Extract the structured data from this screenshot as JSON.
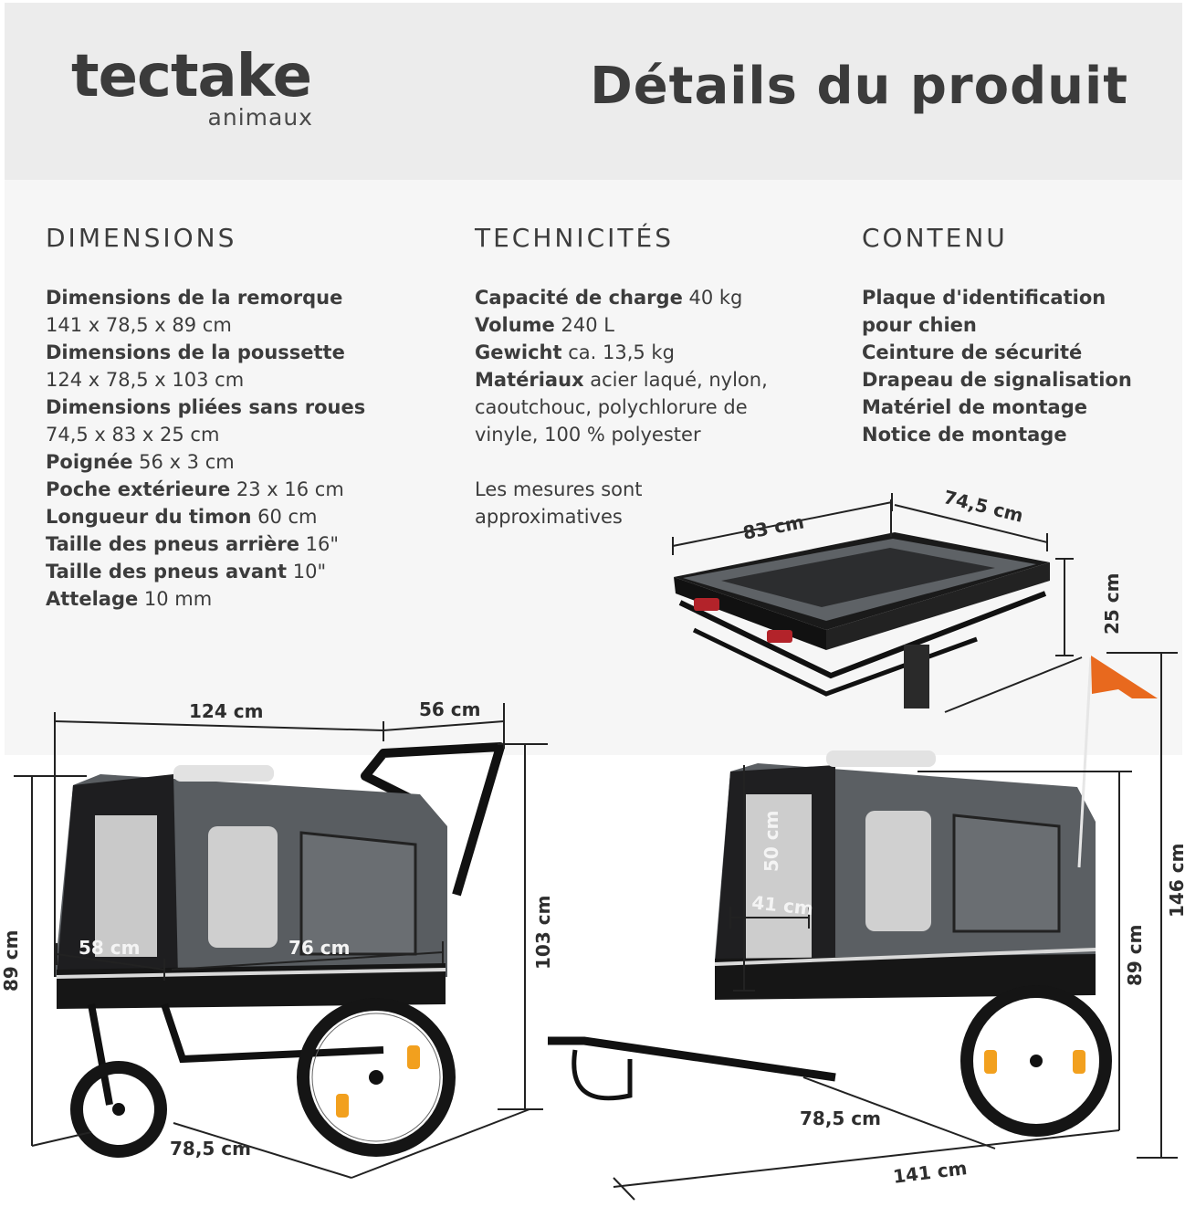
{
  "brand": {
    "name": "tectake",
    "sub": "animaux"
  },
  "title": "Détails du produit",
  "dimensions": {
    "heading": "DIMENSIONS",
    "items": [
      {
        "label": "Dimensions de la remorque",
        "value": ""
      },
      {
        "label": "",
        "value": "141 x 78,5 x 89 cm"
      },
      {
        "label": "Dimensions de la poussette",
        "value": ""
      },
      {
        "label": "",
        "value": "124 x 78,5 x 103 cm"
      },
      {
        "label": "Dimensions pliées sans roues",
        "value": ""
      },
      {
        "label": "",
        "value": "74,5 x 83 x 25 cm"
      },
      {
        "label": "Poignée",
        "value": "56 x 3 cm"
      },
      {
        "label": "Poche extérieure",
        "value": "23 x 16 cm"
      },
      {
        "label": "Longueur du timon",
        "value": "60 cm"
      },
      {
        "label": "Taille des pneus arrière",
        "value": "16\""
      },
      {
        "label": "Taille des pneus avant",
        "value": "10\""
      },
      {
        "label": "Attelage",
        "value": "10 mm"
      }
    ]
  },
  "technical": {
    "heading": "TECHNICITÉS",
    "items": [
      {
        "label": "Capacité de charge",
        "value": "40 kg"
      },
      {
        "label": "Volume",
        "value": "240 L"
      },
      {
        "label": "Gewicht",
        "value": "ca. 13,5 kg"
      },
      {
        "label": "Matériaux",
        "value": "acier laqué, nylon,"
      },
      {
        "label": "",
        "value": "caoutchouc, polychlorure de"
      },
      {
        "label": "",
        "value": "vinyle, 100 % polyester"
      }
    ],
    "note_1": "Les mesures sont",
    "note_2": "approximatives"
  },
  "contents": {
    "heading": "CONTENU",
    "items": [
      "Plaque d'identification",
      "pour chien",
      "Ceinture de sécurité",
      "Drapeau de signalisation",
      "Matériel de montage",
      "Notice de montage"
    ]
  },
  "measure_labels": {
    "folded_width": "83 cm",
    "folded_depth": "74,5 cm",
    "folded_height": "25 cm",
    "stroller_length": "124 cm",
    "handle": "56 cm",
    "stroller_height_left": "89 cm",
    "stroller_height_total": "103 cm",
    "side_width": "58 cm",
    "side_length": "76 cm",
    "stroller_depth": "78,5 cm",
    "door_height": "50 cm",
    "door_width": "41 cm",
    "trailer_height": "89 cm",
    "flag_height": "146 cm",
    "trailer_depth": "78,5 cm",
    "trailer_length": "141 cm"
  },
  "colors": {
    "header_bg": "#ececec",
    "panel_bg": "#f6f6f6",
    "fabric": "#5f6366",
    "frame": "#151515",
    "flag": "#e8691e",
    "reflector": "#f2a01e"
  }
}
